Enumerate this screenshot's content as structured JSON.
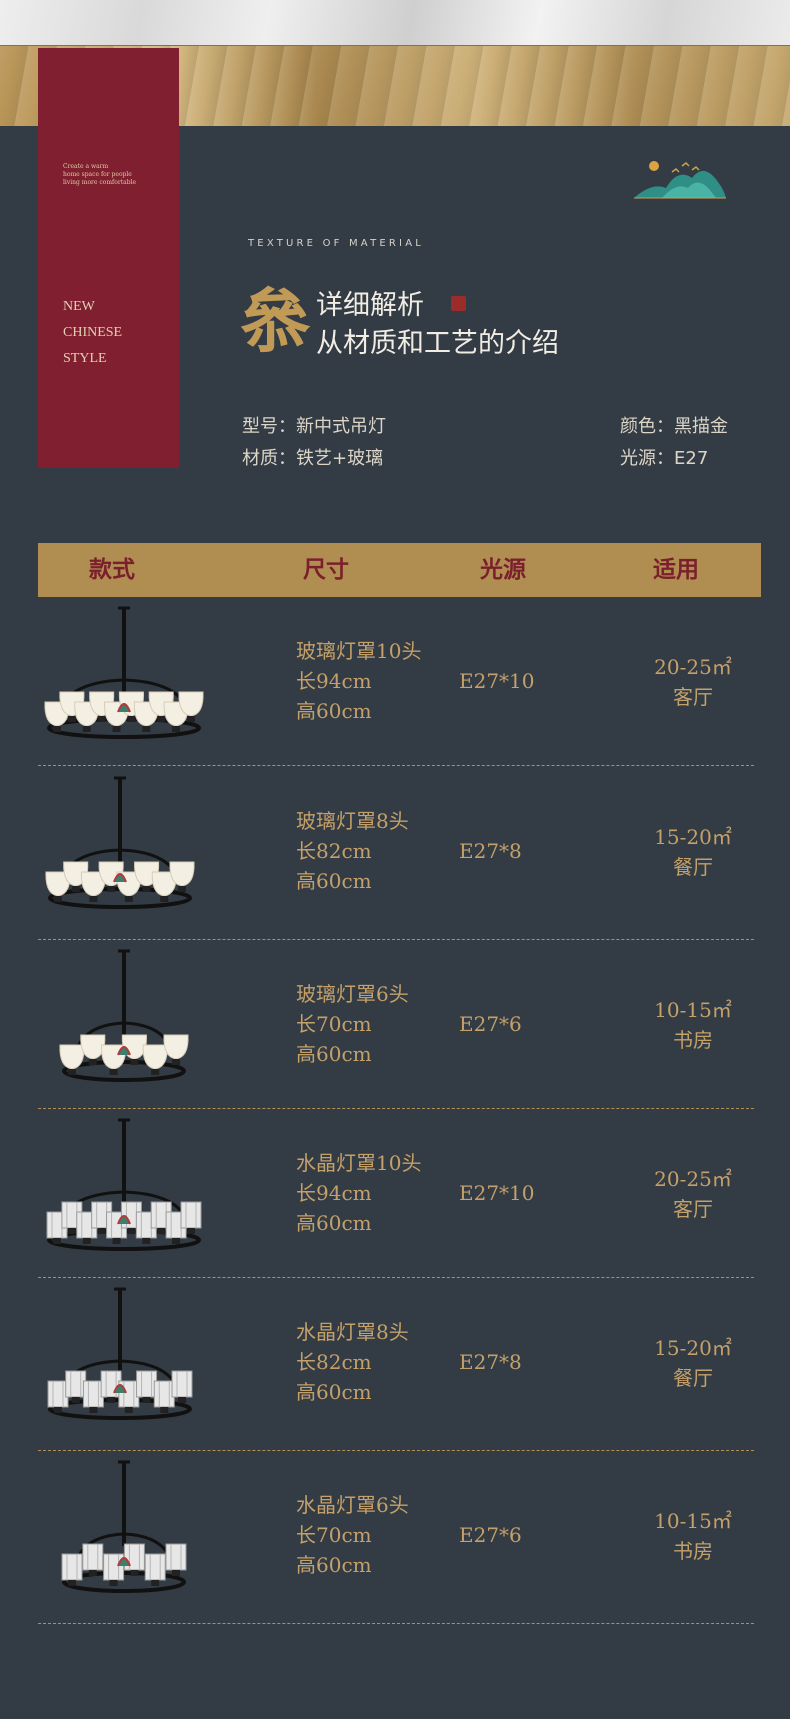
{
  "banner": {
    "small_line1": "Create a warm",
    "small_line2": "home space for people",
    "small_line3": "living more comfortable",
    "big_line1": "NEW",
    "big_line2": "CHINESE",
    "big_line3": "STYLE"
  },
  "header": {
    "texture_label": "TEXTURE OF MATERIAL",
    "big_char": "叅",
    "title1": "详细解析",
    "title2": "从材质和工艺的介绍"
  },
  "specs": {
    "model": "型号：新中式吊灯",
    "material": "材质：铁艺+玻璃",
    "color": "颜色：黑描金",
    "light": "光源：E27"
  },
  "table": {
    "headers": [
      "款式",
      "尺寸",
      "光源",
      "适用"
    ],
    "rows": [
      {
        "name": "玻璃灯罩10头",
        "length": "长94cm",
        "height": "高60cm",
        "source": "E27*10",
        "area": "20-25㎡",
        "room": "客厅"
      },
      {
        "name": "玻璃灯罩8头",
        "length": "长82cm",
        "height": "高60cm",
        "source": "E27*8",
        "area": "15-20㎡",
        "room": "餐厅"
      },
      {
        "name": "玻璃灯罩6头",
        "length": "长70cm",
        "height": "高60cm",
        "source": "E27*6",
        "area": "10-15㎡",
        "room": "书房"
      },
      {
        "name": "水晶灯罩10头",
        "length": "长94cm",
        "height": "高60cm",
        "source": "E27*10",
        "area": "20-25㎡",
        "room": "客厅"
      },
      {
        "name": "水晶灯罩8头",
        "length": "长82cm",
        "height": "高60cm",
        "source": "E27*8",
        "area": "15-20㎡",
        "room": "餐厅"
      },
      {
        "name": "水晶灯罩6头",
        "length": "长70cm",
        "height": "高60cm",
        "source": "E27*6",
        "area": "10-15㎡",
        "room": "书房"
      }
    ]
  },
  "colors": {
    "background": "#333c44",
    "gold": "#c4a06a",
    "crimson": "#7f1f30"
  }
}
